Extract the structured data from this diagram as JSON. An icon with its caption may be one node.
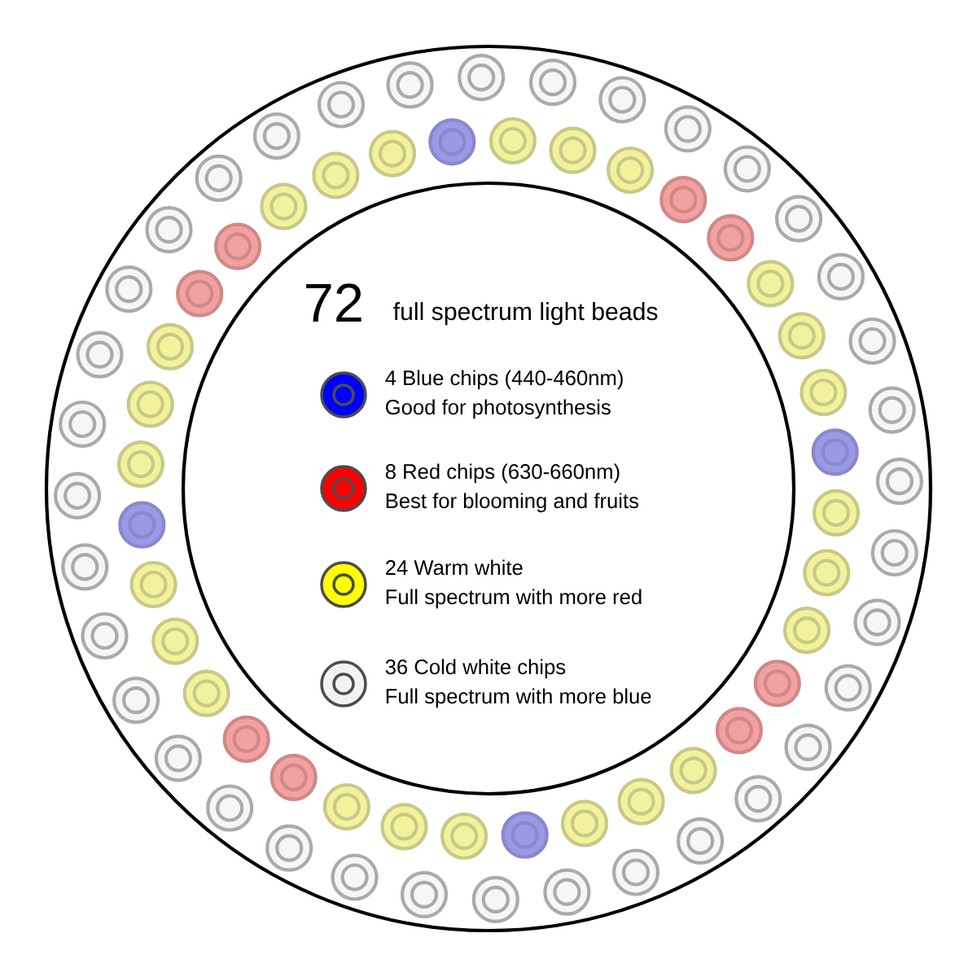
{
  "diagram": {
    "title": "full spectrum light beads",
    "labels": [
      "72",
      "Good for photosynthesis",
      "Best for blooming and fruits",
      "Full spectrum with more red",
      "Full spectrum with more blue"
    ],
    "legend": [
      {
        "text": "4 Blue chips (440-460nm)",
        "color": "#0000ff"
      },
      {
        "text": "8 Red chips (630-660nm)",
        "color": "#ff0000"
      },
      {
        "text": "24 Warm white",
        "color": "#ffff00"
      },
      {
        "text": "36 Cold white chips",
        "color": "#f2f2f2"
      }
    ]
  }
}
